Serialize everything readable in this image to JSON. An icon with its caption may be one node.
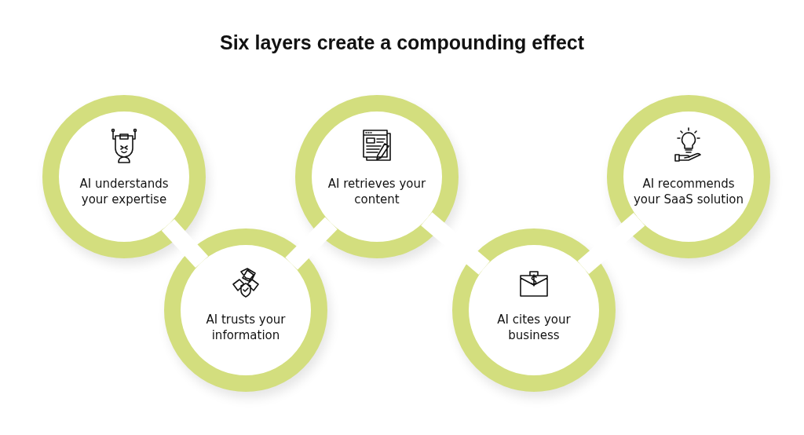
{
  "diagram": {
    "title": "Six layers create a compounding effect",
    "nodes": [
      {
        "text": [
          "AI understands your expertise"
        ]
      },
      {
        "text": [
          "AI trusts your information"
        ]
      },
      {
        "text": [
          "AI retrieves your content"
        ]
      },
      {
        "text": [
          "AI cites your business"
        ]
      },
      {
        "text": [
          "AI recommends your SaaS solution"
        ]
      }
    ],
    "edges": [
      {
        "from": 0,
        "to": 1,
        "arrow": "none"
      },
      {
        "from": 1,
        "to": 2,
        "arrow": "none"
      },
      {
        "from": 2,
        "to": 3,
        "arrow": "none"
      },
      {
        "from": 3,
        "to": 4,
        "arrow": "none"
      }
    ]
  }
}
